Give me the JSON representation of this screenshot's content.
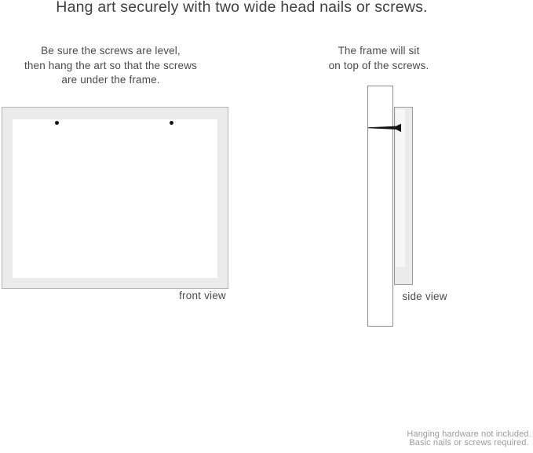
{
  "title": "Hang art securely with two wide head nails or screws.",
  "front_section": {
    "instruction_lines": [
      "Be sure the screws are level,",
      "then hang the art so that the screws",
      "are under the frame."
    ],
    "label": "front view",
    "screw_count": 2
  },
  "side_section": {
    "instruction_lines": [
      "The frame will sit",
      "on top of the screws."
    ],
    "label": "side view"
  },
  "footer": {
    "line1": "Hanging hardware not included.",
    "line2": "Basic nails or screws required."
  },
  "colors": {
    "background": "#ffffff",
    "text_dark": "#3f3f3f",
    "text_body": "#4a4a4a",
    "text_muted": "#9b9b9b",
    "frame_fill": "#ebebeb",
    "frame_border": "#b5b5b5",
    "wall_border": "#8c8c8c",
    "frame_side_border": "#9a9a9a",
    "art_fill": "#ffffff",
    "nail": "#141414"
  }
}
